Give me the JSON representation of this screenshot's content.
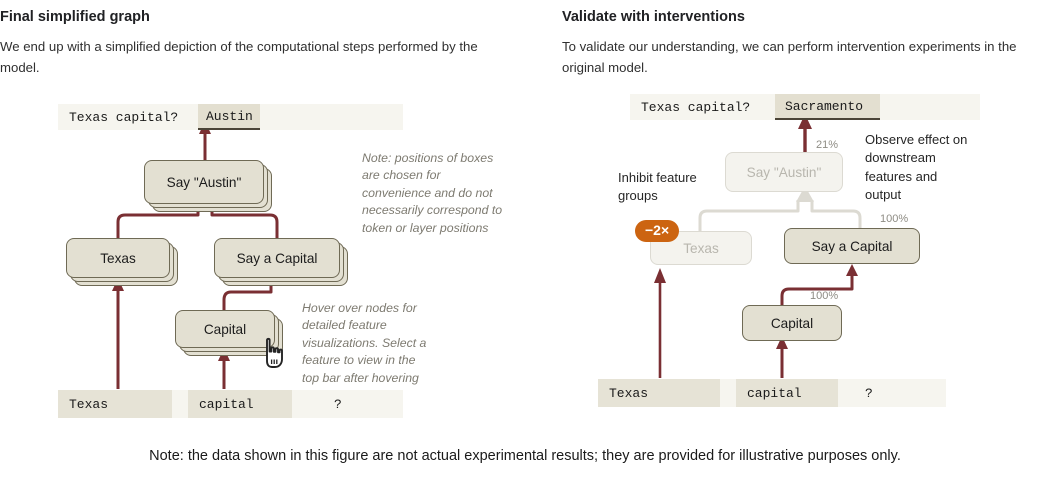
{
  "left": {
    "title": "Final simplified graph",
    "description": "We end up with a simplified depiction of the computational steps performed by the model.",
    "top_tokens": [
      {
        "text": "Texas capital?",
        "state": "context"
      },
      {
        "text": "Austin",
        "state": "selected"
      },
      {
        "text": "",
        "state": "empty"
      }
    ],
    "nodes": [
      {
        "id": "say-austin",
        "label": "Say \"Austin\"",
        "style": "stacked"
      },
      {
        "id": "texas",
        "label": "Texas",
        "style": "stacked"
      },
      {
        "id": "say-a-capital",
        "label": "Say a Capital",
        "style": "stacked"
      },
      {
        "id": "capital",
        "label": "Capital",
        "style": "stacked"
      }
    ],
    "bottom_tokens": [
      {
        "text": "Texas",
        "state": "shade"
      },
      {
        "text": "capital",
        "state": "shade"
      },
      {
        "text": "?",
        "state": "light"
      }
    ],
    "notes": [
      "Note: positions of boxes are chosen for convenience and do not necessarily correspond to token or layer positions",
      "Hover over nodes for detailed feature visualizations. Select a feature to view in the top bar after hovering"
    ],
    "cursor_icon": "pointing-hand-cursor"
  },
  "right": {
    "title": "Validate with interventions",
    "description": "To validate our understanding, we can perform intervention experiments in the original model.",
    "top_tokens": [
      {
        "text": "Texas capital?",
        "state": "context"
      },
      {
        "text": "Sacramento",
        "state": "selected"
      },
      {
        "text": "",
        "state": "empty"
      }
    ],
    "nodes": [
      {
        "id": "say-austin",
        "label": "Say \"Austin\"",
        "style": "ghost"
      },
      {
        "id": "texas",
        "label": "Texas",
        "style": "ghost"
      },
      {
        "id": "say-a-capital",
        "label": "Say a Capital",
        "style": "active"
      },
      {
        "id": "capital",
        "label": "Capital",
        "style": "active"
      }
    ],
    "bottom_tokens": [
      {
        "text": "Texas",
        "state": "shade"
      },
      {
        "text": "capital",
        "state": "shade"
      },
      {
        "text": "?",
        "state": "light"
      }
    ],
    "percent_labels": [
      {
        "id": "pct-output",
        "text": "21%"
      },
      {
        "id": "pct-say-a-capital",
        "text": "100%"
      },
      {
        "id": "pct-capital",
        "text": "100%"
      }
    ],
    "annotations": {
      "inhibit": "Inhibit feature groups",
      "observe": "Observe effect on downstream features and output"
    },
    "badge": {
      "text": "−2×",
      "color": "#cc6411"
    }
  },
  "caption": "Note: the data shown in this figure are not actual experimental results; they are provided for illustrative purposes only.",
  "colors": {
    "edge_active": "#7a2f33",
    "edge_inactive": "#dcdad2",
    "node_fill": "#e3e0d2",
    "node_border": "#6f6a55",
    "ghost_fill": "#f4f3ee",
    "badge": "#cc6411"
  }
}
